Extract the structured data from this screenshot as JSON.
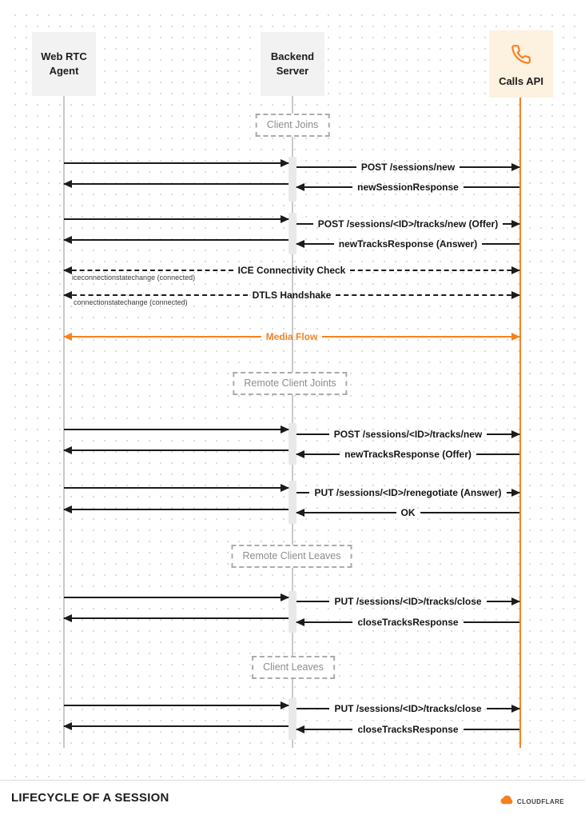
{
  "actors": {
    "webrtc": "Web RTC Agent",
    "backend": "Backend Server",
    "calls": "Calls API"
  },
  "notes": {
    "client_joins": "Client Joins",
    "remote_client_joins": "Remote Client Joints",
    "remote_client_leaves": "Remote Client Leaves",
    "client_leaves": "Client Leaves"
  },
  "messages": {
    "post_sessions_new": "POST /sessions/new",
    "new_session_response": "newSessionResponse",
    "post_tracks_new_offer": "POST /sessions/<ID>/tracks/new (Offer)",
    "new_tracks_response_answer": "newTracksResponse (Answer)",
    "ice_check": "ICE Connectivity Check",
    "dtls_handshake": "DTLS Handshake",
    "media_flow": "Media Flow",
    "post_tracks_new": "POST /sessions/<ID>/tracks/new",
    "new_tracks_response_offer": "newTracksResponse (Offer)",
    "put_renegotiate_answer": "PUT /sessions/<ID>/renegotiate (Answer)",
    "ok": "OK",
    "put_tracks_close": "PUT /sessions/<ID>/tracks/close",
    "close_tracks_response": "closeTracksResponse"
  },
  "annotations": {
    "ice_state": "iceconnectionstatechange (connected)",
    "conn_state": "connectionstatechange (connected)"
  },
  "footer": {
    "title": "LIFECYCLE OF A SESSION",
    "brand": "CLOUDFLARE"
  },
  "colors": {
    "accent": "#f6821f",
    "line": "#1b1b1b"
  }
}
